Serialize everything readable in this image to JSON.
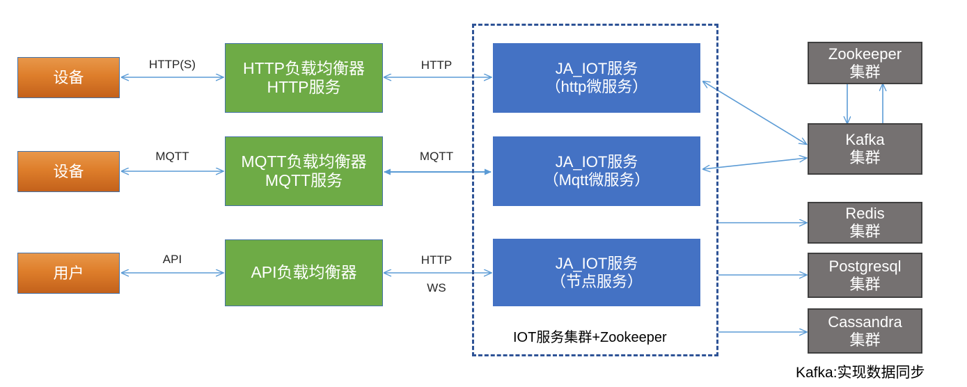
{
  "diagram": {
    "title_note": "Kafka:实现数据同步",
    "group_caption": "IOT服务集群+Zookeeper",
    "colors": {
      "orange": "#de7e2b",
      "green": "#6eab46",
      "blue": "#4472c4",
      "gray": "#757171",
      "arrow": "#5b9bd5",
      "dashed_border": "#2e5396",
      "box_border_blue": "#4472a8",
      "text_dark": "#262626"
    },
    "clients": [
      {
        "id": "device-http",
        "label": "设备"
      },
      {
        "id": "device-mqtt",
        "label": "设备"
      },
      {
        "id": "user-api",
        "label": "用户"
      }
    ],
    "balancers": [
      {
        "id": "http-lb",
        "line1": "HTTP负载均衡器",
        "line2": "HTTP服务"
      },
      {
        "id": "mqtt-lb",
        "line1": "MQTT负载均衡器",
        "line2": "MQTT服务"
      },
      {
        "id": "api-lb",
        "line1": "API负载均衡器",
        "line2": ""
      }
    ],
    "services": [
      {
        "id": "ja-iot-http",
        "line1": "JA_IOT服务",
        "line2": "（http微服务）"
      },
      {
        "id": "ja-iot-mqtt",
        "line1": "JA_IOT服务",
        "line2": "（Mqtt微服务）"
      },
      {
        "id": "ja-iot-node",
        "line1": "JA_IOT服务",
        "line2": "（节点服务）"
      }
    ],
    "clusters": [
      {
        "id": "zookeeper",
        "line1": "Zookeeper",
        "line2": "集群"
      },
      {
        "id": "kafka",
        "line1": "Kafka",
        "line2": "集群"
      },
      {
        "id": "redis",
        "line1": "Redis",
        "line2": "集群"
      },
      {
        "id": "postgresql",
        "line1": "Postgresql",
        "line2": "集群"
      },
      {
        "id": "cassandra",
        "line1": "Cassandra",
        "line2": "集群"
      }
    ],
    "link_labels": {
      "client_http": "HTTP(S)",
      "client_mqtt": "MQTT",
      "client_api": "API",
      "service_http": "HTTP",
      "service_mqtt": "MQTT",
      "service_api_http": "HTTP",
      "service_api_ws": "WS"
    }
  }
}
